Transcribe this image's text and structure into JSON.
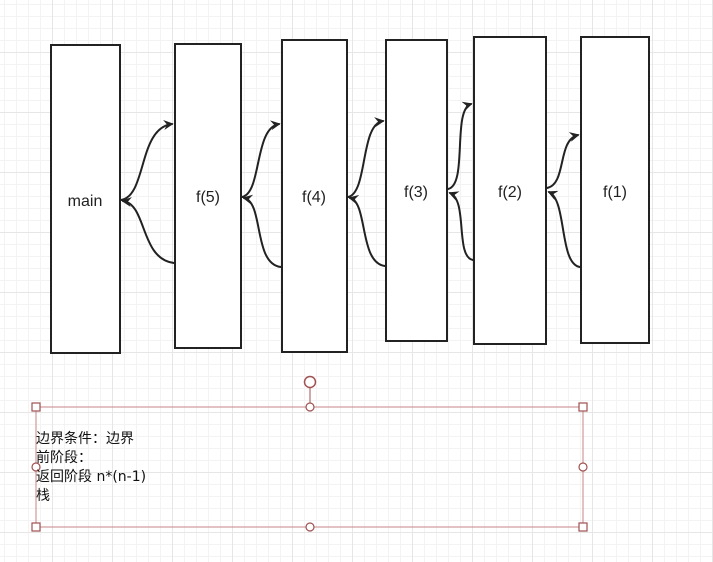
{
  "diagram": {
    "frames": [
      {
        "id": "main",
        "label": "main"
      },
      {
        "id": "f5",
        "label": "f(5)"
      },
      {
        "id": "f4",
        "label": "f(4)"
      },
      {
        "id": "f3",
        "label": "f(3)"
      },
      {
        "id": "f2",
        "label": "f(2)"
      },
      {
        "id": "f1",
        "label": "f(1)"
      }
    ]
  },
  "note": {
    "lines": [
      "边界条件：边界",
      "前阶段：",
      "返回阶段 n*(n-1)",
      "栈"
    ]
  },
  "colors": {
    "stroke": "#222222",
    "selection": "#c58686"
  }
}
